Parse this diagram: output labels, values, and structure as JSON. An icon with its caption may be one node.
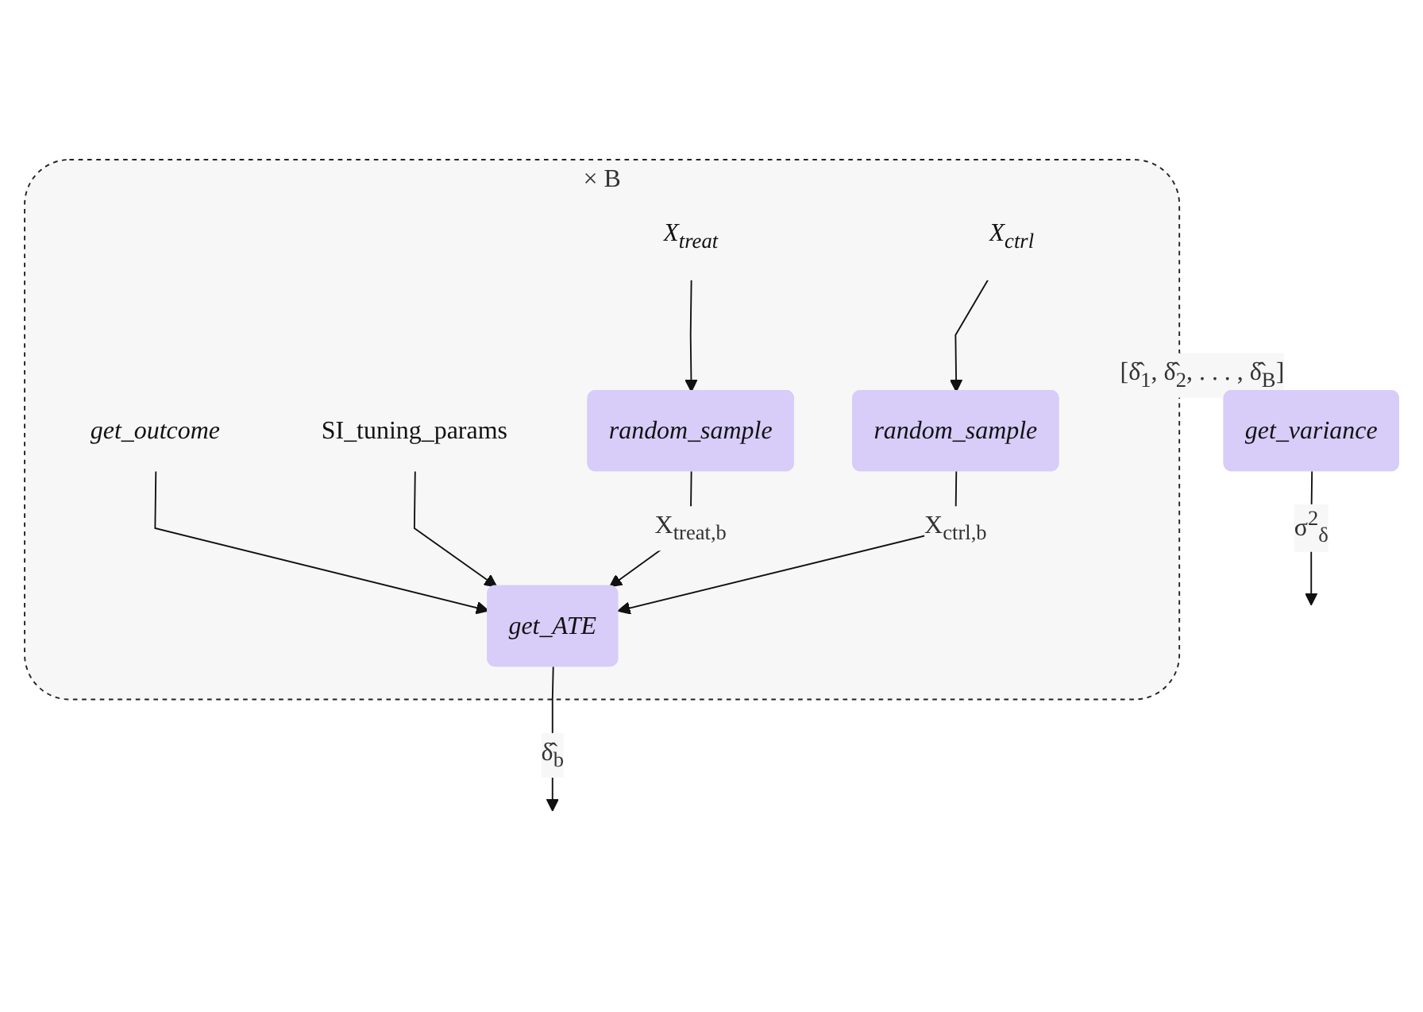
{
  "diagram": {
    "nodes": [
      {
        "text": [
          "× B"
        ]
      },
      {
        "text": [
          "X$_{ctrl}$"
        ],
        "in": 0
      },
      {
        "text": [
          "X$_{treat}$"
        ],
        "in": 0
      },
      {
        "text": [
          "random_sample"
        ],
        "in": 0
      },
      {
        "text": [
          "random_sample"
        ],
        "in": 0
      },
      {
        "text": [
          "get_ATE"
        ],
        "in": 0
      },
      {
        "text": [
          "SI_tuning_params"
        ],
        "in": 0
      },
      {
        "text": [
          "get_outcome"
        ],
        "in": 0
      },
      {
        "text": [
          "get_variance"
        ]
      }
    ],
    "edges": [
      {
        "from": 1,
        "to": 3,
        "arrow": "to"
      },
      {
        "from": 2,
        "to": 4,
        "arrow": "to"
      },
      {
        "from": 3,
        "to": 5,
        "arrow": "to",
        "label": "X$_{ctrl,b}$"
      },
      {
        "from": 4,
        "to": 5,
        "arrow": "to",
        "label": "X$_{treat,b}$"
      },
      {
        "from": 6,
        "to": 5,
        "arrow": "to"
      },
      {
        "from": 7,
        "to": 5,
        "arrow": "to"
      },
      {
        "from": 5,
        "to": null,
        "arrow": "to",
        "label": "δ̂$_{b}$"
      },
      {
        "from": 0,
        "to": 8,
        "arrow": "to",
        "label": "[δ̂$_{1}$, δ̂$_{2}$, . . . , δ̂$_{B}$]"
      },
      {
        "from": 8,
        "to": null,
        "arrow": "to",
        "label": "σ$^{2}$$_{δ}$"
      }
    ]
  }
}
